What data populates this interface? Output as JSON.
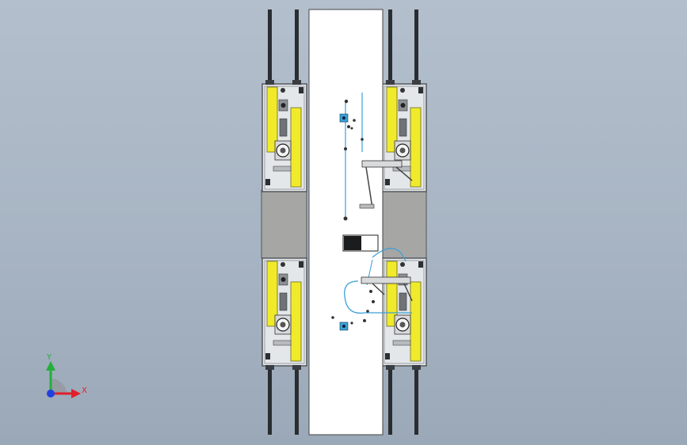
{
  "viewport": {
    "background_top": "#b3bfcc",
    "background_bottom": "#9aa8b8"
  },
  "colors": {
    "rail": "#2a2d31",
    "platform": "#ffffff",
    "bay_frame": "#5b5f63",
    "bay_fill": "#e4e7ea",
    "gap_fill": "#a6a6a4",
    "panel_yellow": "#f0ea2a",
    "wire_blue": "#3aa0d8",
    "axis_x": "#e0202a",
    "axis_y": "#22b03a",
    "axis_z": "#2040e0"
  },
  "triad": {
    "x_label": "X",
    "y_label": "Y",
    "icon": "coordinate-triad-icon"
  },
  "modules": [
    "top-left",
    "top-right",
    "bottom-left",
    "bottom-right"
  ]
}
